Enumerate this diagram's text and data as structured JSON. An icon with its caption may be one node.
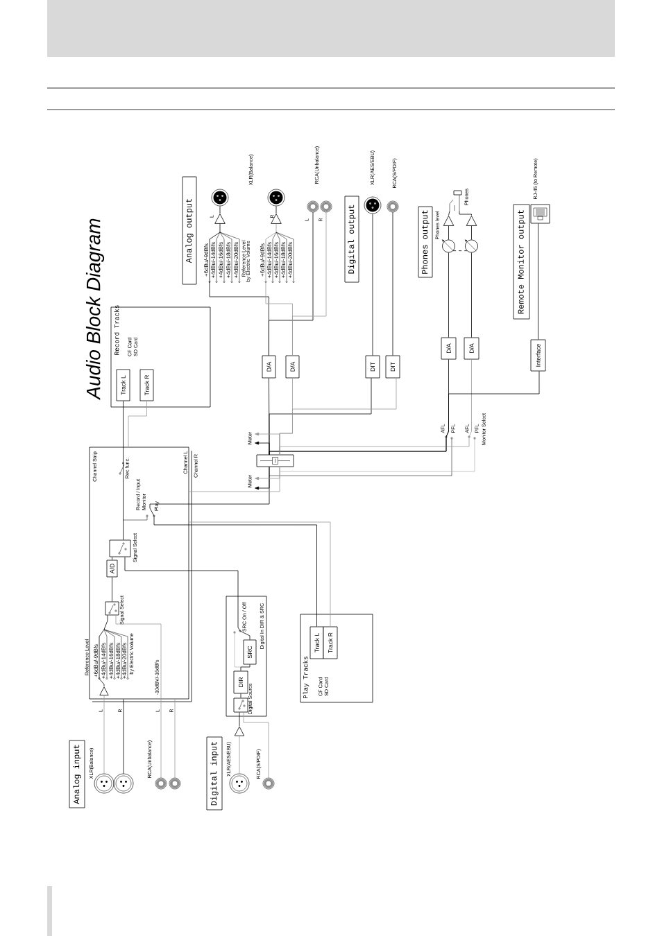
{
  "diagram": {
    "title": "Audio Block Diagram",
    "nodes": [
      {
        "text": [
          "Analog input"
        ]
      },
      {
        "text": [],
        "shape": "circle"
      },
      {
        "text": [],
        "shape": "circle"
      },
      {
        "text": [],
        "shape": "circle"
      },
      {
        "text": [],
        "shape": "circle"
      },
      {
        "text": [
          "Channel Strip"
        ]
      },
      {
        "text": [
          "A/D"
        ],
        "in": 5
      },
      {
        "text": [
          "Signal Select"
        ],
        "in": 5
      },
      {
        "text": [
          "Signal Select"
        ],
        "in": 5
      },
      {
        "text": [],
        "shape": "triangle",
        "in": 5
      },
      {
        "text": [
          "Digital In DIR & SRC"
        ]
      },
      {
        "text": [
          "DIR"
        ],
        "in": 10
      },
      {
        "text": [
          "SRC"
        ],
        "in": 10
      },
      {
        "text": [
          "Digital Source"
        ],
        "in": 10
      },
      {
        "text": [
          "Digital input"
        ]
      },
      {
        "text": [],
        "shape": "circle"
      },
      {
        "text": [],
        "shape": "circle"
      },
      {
        "text": [],
        "shape": "triangle"
      },
      {
        "text": [
          "Play Tracks",
          "CF Card SD Card"
        ]
      },
      {
        "text": [
          "Track L"
        ],
        "in": 18
      },
      {
        "text": [
          "Track R"
        ],
        "in": 18
      },
      {
        "text": [
          "Record Tracks",
          "CF Card SD Card"
        ]
      },
      {
        "text": [
          "Track L"
        ],
        "in": 21
      },
      {
        "text": [
          "Track R"
        ],
        "in": 21
      },
      {
        "text": [],
        "shape": "box"
      },
      {
        "text": [
          "D/A"
        ]
      },
      {
        "text": [
          "D/A"
        ]
      },
      {
        "text": [
          "DIT"
        ]
      },
      {
        "text": [
          "DIT"
        ]
      },
      {
        "text": [
          "Analog output"
        ]
      },
      {
        "text": [],
        "shape": "triangle"
      },
      {
        "text": [],
        "shape": "circle"
      },
      {
        "text": [],
        "shape": "triangle"
      },
      {
        "text": [],
        "shape": "circle"
      },
      {
        "text": [],
        "shape": "circle"
      },
      {
        "text": [],
        "shape": "circle"
      },
      {
        "text": [
          "Digital output"
        ]
      },
      {
        "text": [],
        "shape": "circle"
      },
      {
        "text": [],
        "shape": "circle"
      },
      {
        "text": [
          "D/A"
        ]
      },
      {
        "text": [
          "D/A"
        ]
      },
      {
        "text": [
          "Phones output"
        ]
      },
      {
        "text": [],
        "shape": "circle"
      },
      {
        "text": [],
        "shape": "circle"
      },
      {
        "text": [],
        "shape": "triangle"
      },
      {
        "text": [],
        "shape": "triangle"
      },
      {
        "text": [],
        "shape": "picture"
      },
      {
        "text": [
          "Interface"
        ]
      },
      {
        "text": [
          "Remote Monitor output"
        ]
      },
      {
        "text": [],
        "shape": "picture"
      },
      {
        "text": [
          "Meter"
        ]
      },
      {
        "text": [
          "Meter"
        ]
      }
    ],
    "edges": [
      {
        "from": 1,
        "to": 9,
        "arrow": "none",
        "color": "#999999"
      },
      {
        "from": 2,
        "to": 5,
        "arrow": "none"
      },
      {
        "from": 3,
        "to": 7,
        "arrow": "none",
        "color": "#999999"
      },
      {
        "from": 4,
        "to": 5,
        "arrow": "none",
        "color": "#999999"
      },
      {
        "from": 9,
        "to": 7,
        "arrow": "none"
      },
      {
        "from": 7,
        "to": 6,
        "arrow": "none"
      },
      {
        "from": 6,
        "to": 8,
        "arrow": "none"
      },
      {
        "from": 8,
        "to": 22,
        "arrow": "none"
      },
      {
        "from": 5,
        "to": 23,
        "arrow": "none",
        "color": "#999999"
      },
      {
        "from": 15,
        "to": 17,
        "arrow": "none",
        "color": "#999999"
      },
      {
        "from": 17,
        "to": 13,
        "arrow": "none"
      },
      {
        "from": 16,
        "to": 13,
        "arrow": "none",
        "color": "#999999"
      },
      {
        "from": 13,
        "to": 11,
        "arrow": "none"
      },
      {
        "from": 11,
        "to": 12,
        "arrow": "none"
      },
      {
        "from": 12,
        "to": 8,
        "arrow": "none"
      },
      {
        "from": 19,
        "to": 24,
        "arrow": "none"
      },
      {
        "from": 20,
        "to": 5,
        "arrow": "none",
        "color": "#999999"
      },
      {
        "from": 5,
        "to": 24,
        "arrow": "none",
        "color": "#999999"
      },
      {
        "from": 24,
        "to": 25,
        "arrow": "none"
      },
      {
        "from": 24,
        "to": 26,
        "arrow": "none",
        "color": "#999999"
      },
      {
        "from": 24,
        "to": 27,
        "arrow": "none"
      },
      {
        "from": 24,
        "to": 28,
        "arrow": "none",
        "color": "#999999"
      },
      {
        "from": 24,
        "to": 39,
        "arrow": "none"
      },
      {
        "from": 24,
        "to": 40,
        "arrow": "none",
        "color": "#999999"
      },
      {
        "from": 24,
        "to": 47,
        "arrow": "none"
      },
      {
        "from": 25,
        "to": 30,
        "arrow": "none"
      },
      {
        "from": 26,
        "to": 32,
        "arrow": "none",
        "color": "#999999"
      },
      {
        "from": 25,
        "to": 34,
        "arrow": "none"
      },
      {
        "from": 26,
        "to": 35,
        "arrow": "none",
        "color": "#999999"
      },
      {
        "from": 30,
        "to": 31,
        "arrow": "none"
      },
      {
        "from": 32,
        "to": 33,
        "arrow": "none"
      },
      {
        "from": 27,
        "to": 37,
        "arrow": "none"
      },
      {
        "from": 28,
        "to": 38,
        "arrow": "none"
      },
      {
        "from": 39,
        "to": 42,
        "arrow": "none"
      },
      {
        "from": 42,
        "to": 44,
        "arrow": "none"
      },
      {
        "from": 40,
        "to": 43,
        "arrow": "none"
      },
      {
        "from": 43,
        "to": 45,
        "arrow": "none"
      },
      {
        "from": 42,
        "to": 43,
        "arrow": "none",
        "style": "dashed"
      },
      {
        "from": 44,
        "to": 46,
        "arrow": "none"
      },
      {
        "from": 45,
        "to": 46,
        "arrow": "none"
      },
      {
        "from": 47,
        "to": 49,
        "arrow": "none"
      },
      {
        "from": 24,
        "to": 50,
        "arrow": "to"
      },
      {
        "from": 24,
        "to": 50,
        "arrow": "to",
        "color": "#999999"
      },
      {
        "from": 24,
        "to": 51,
        "arrow": "to"
      },
      {
        "from": 24,
        "to": 51,
        "arrow": "to",
        "color": "#999999"
      }
    ],
    "labels": [
      "XLR(Balance)",
      "L",
      "R",
      "RCA(Unbalance)",
      "L",
      "R",
      "-10dBV/-16dBfs",
      "Reference Level",
      "+6dBu/-9dBfs",
      "+4dBu/-14dBfs",
      "+4dBu/-16dBfs",
      "+4dBu/-18dBfs",
      "+4dBu/-20dBfs",
      "by Electric Volume",
      "Rec func.",
      "Record / Input Monitor",
      "Play",
      "Channel L",
      "Channel R",
      "SRC On / Off",
      "XLR(AES/EBU)",
      "RCA(S/PDIF)",
      "AFL",
      "PFL",
      "AFL",
      "PFL",
      "Monitor Select",
      "+6dBu/-9dBfs",
      "+4dBu/-14dBfs",
      "+4dBu/-16dBfs",
      "+4dBu/-18dBfs",
      "+4dBu/-20dBfs",
      "Reference Level",
      "by Electric Volume",
      "+6dBu/-9dBfs",
      "+4dBu/-14dBfs",
      "+4dBu/-16dBfs",
      "+4dBu/-18dBfs",
      "+4dBu/-20dBfs",
      "L",
      "R",
      "XLR(Balance)",
      "RCA(Unbalance)",
      "L",
      "R",
      "XLR(AES/EBU)",
      "RCA(S/PDIF)",
      "Phones level",
      "Phones",
      "RJ-45 (to Remote)"
    ]
  }
}
